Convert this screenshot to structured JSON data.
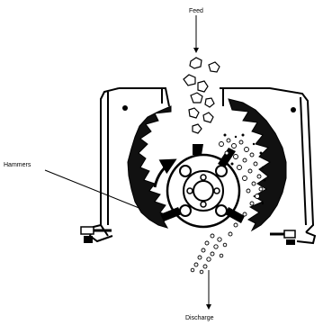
{
  "diagram": {
    "labels": {
      "feed": "Feed",
      "hammers": "Hammers",
      "discharge": "Discharge"
    },
    "colors": {
      "ink": "#000000",
      "background": "#ffffff"
    }
  }
}
